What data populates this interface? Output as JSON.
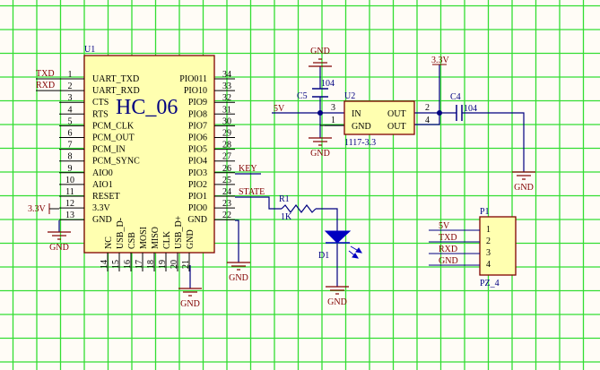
{
  "colors": {
    "background": "#fffcf6",
    "grid": "#33dd33",
    "wire": "#000080",
    "pin_line": "#000000",
    "component_fill": "#ffffb0",
    "component_border": "#800000",
    "net_label": "#800000",
    "designator": "#000080",
    "power_port": "#800000"
  },
  "u1": {
    "designator": "U1",
    "name": "HC_06",
    "left_pins": [
      {
        "num": "1",
        "name": "UART_TXD",
        "net": "TXD"
      },
      {
        "num": "2",
        "name": "UART_RXD",
        "net": "RXD"
      },
      {
        "num": "3",
        "name": "CTS",
        "net": ""
      },
      {
        "num": "4",
        "name": "RTS",
        "net": ""
      },
      {
        "num": "5",
        "name": "PCM_CLK",
        "net": ""
      },
      {
        "num": "6",
        "name": "PCM_OUT",
        "net": ""
      },
      {
        "num": "7",
        "name": "PCM_IN",
        "net": ""
      },
      {
        "num": "8",
        "name": "PCM_SYNC",
        "net": ""
      },
      {
        "num": "9",
        "name": "AIO0",
        "net": ""
      },
      {
        "num": "10",
        "name": "AIO1",
        "net": ""
      },
      {
        "num": "11",
        "name": "RESET",
        "net": ""
      },
      {
        "num": "12",
        "name": "3.3V",
        "net": "3.3V"
      },
      {
        "num": "13",
        "name": "GND",
        "net": "GND"
      }
    ],
    "right_pins": [
      {
        "num": "34",
        "name": "PIO011",
        "net": ""
      },
      {
        "num": "33",
        "name": "PIO10",
        "net": ""
      },
      {
        "num": "32",
        "name": "PIO9",
        "net": ""
      },
      {
        "num": "31",
        "name": "PIO8",
        "net": ""
      },
      {
        "num": "30",
        "name": "PIO7",
        "net": ""
      },
      {
        "num": "29",
        "name": "PIO6",
        "net": ""
      },
      {
        "num": "28",
        "name": "PIO5",
        "net": ""
      },
      {
        "num": "27",
        "name": "PIO4",
        "net": ""
      },
      {
        "num": "26",
        "name": "PIO3",
        "net": "KEY"
      },
      {
        "num": "25",
        "name": "PIO2",
        "net": ""
      },
      {
        "num": "24",
        "name": "PIO1",
        "net": "STATE"
      },
      {
        "num": "23",
        "name": "PIO0",
        "net": ""
      },
      {
        "num": "22",
        "name": "GND",
        "net": "GND"
      }
    ],
    "bottom_pins": [
      {
        "num": "14",
        "name": "NC"
      },
      {
        "num": "15",
        "name": "USB_D-"
      },
      {
        "num": "16",
        "name": "CSB"
      },
      {
        "num": "17",
        "name": "MOSI"
      },
      {
        "num": "18",
        "name": "MISO"
      },
      {
        "num": "19",
        "name": "CLK"
      },
      {
        "num": "20",
        "name": "USB_D+"
      },
      {
        "num": "21",
        "name": "GND"
      }
    ]
  },
  "u2": {
    "designator": "U2",
    "part": "1117-3.3",
    "pins": [
      {
        "num": "3",
        "name": "IN"
      },
      {
        "num": "1",
        "name": "GND"
      },
      {
        "num": "2",
        "name": "OUT"
      },
      {
        "num": "4",
        "name": "OUT"
      }
    ],
    "input_net": "5V",
    "output_net": "3.3V"
  },
  "c5": {
    "designator": "C5",
    "value": "104"
  },
  "c4": {
    "designator": "C4",
    "value": "104"
  },
  "r1": {
    "designator": "R1",
    "value": "1K"
  },
  "d1": {
    "designator": "D1"
  },
  "p1": {
    "designator": "P1",
    "part": "PZ_4",
    "pins": [
      {
        "num": "1",
        "net": "5V"
      },
      {
        "num": "2",
        "net": "TXD"
      },
      {
        "num": "3",
        "net": "RXD"
      },
      {
        "num": "4",
        "net": "GND"
      }
    ]
  },
  "power": {
    "gnd": "GND",
    "v33": "3.3V",
    "v5": "5V"
  }
}
